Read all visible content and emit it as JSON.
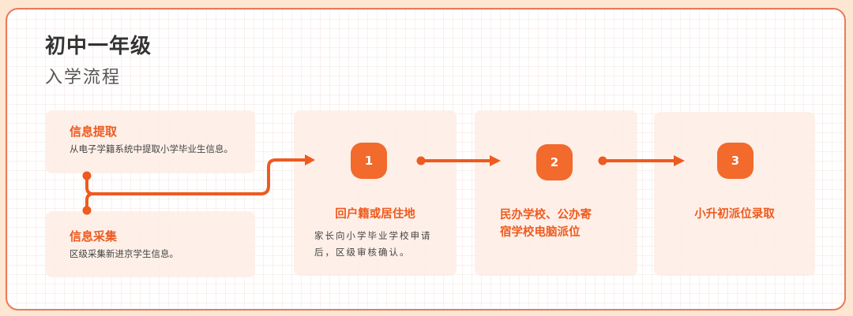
{
  "header": {
    "title": "初中一年级",
    "subtitle": "入学流程"
  },
  "inputs": [
    {
      "title": "信息提取",
      "desc": "从电子学籍系统中提取小学毕业生信息。"
    },
    {
      "title": "信息采集",
      "desc": "区级采集新进京学生信息。"
    }
  ],
  "steps": [
    {
      "number": "1",
      "title": "回户籍或居住地",
      "desc_line1": "家长向小学毕业学校申请",
      "desc_line2": "后，区级审核确认。"
    },
    {
      "number": "2",
      "title_line1": "民办学校、公办寄",
      "title_line2": "宿学校电脑派位"
    },
    {
      "number": "3",
      "title": "小升初派位录取"
    }
  ],
  "colors": {
    "accent": "#f26a2c",
    "accent_text": "#ee5a1f",
    "border": "#e87a5a",
    "page_bg": "#fde6d2",
    "box_bg": "#fdebe2"
  }
}
